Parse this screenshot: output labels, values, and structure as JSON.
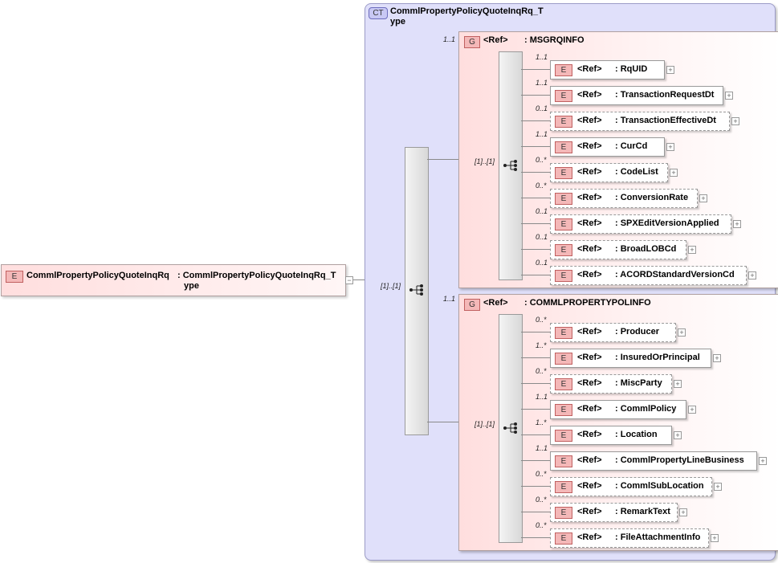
{
  "root_element": {
    "badge": "E",
    "name": "CommlPropertyPolicyQuoteInqRq",
    "type_line1": ": CommlPropertyPolicyQuoteInqRq_T",
    "type_line2": "ype"
  },
  "complex_type": {
    "badge": "CT",
    "name_line1": "CommlPropertyPolicyQuoteInqRq_T",
    "name_line2": "ype"
  },
  "main_sequence": {
    "cardinality": "[1]..[1]"
  },
  "groups": [
    {
      "badge": "G",
      "ref": "<Ref>",
      "name": ": MSGRQINFO",
      "cardinality": "1..1",
      "sequence_cardinality": "[1]..[1]",
      "elements": [
        {
          "badge": "E",
          "ref": "<Ref>",
          "name": ": RqUID",
          "cardinality": "1..1",
          "optional": false
        },
        {
          "badge": "E",
          "ref": "<Ref>",
          "name": ": TransactionRequestDt",
          "cardinality": "1..1",
          "optional": false
        },
        {
          "badge": "E",
          "ref": "<Ref>",
          "name": ": TransactionEffectiveDt",
          "cardinality": "0..1",
          "optional": true
        },
        {
          "badge": "E",
          "ref": "<Ref>",
          "name": ": CurCd",
          "cardinality": "1..1",
          "optional": false
        },
        {
          "badge": "E",
          "ref": "<Ref>",
          "name": ": CodeList",
          "cardinality": "0..*",
          "optional": true
        },
        {
          "badge": "E",
          "ref": "<Ref>",
          "name": ": ConversionRate",
          "cardinality": "0..*",
          "optional": true
        },
        {
          "badge": "E",
          "ref": "<Ref>",
          "name": ": SPXEditVersionApplied",
          "cardinality": "0..1",
          "optional": true
        },
        {
          "badge": "E",
          "ref": "<Ref>",
          "name": ": BroadLOBCd",
          "cardinality": "0..1",
          "optional": true
        },
        {
          "badge": "E",
          "ref": "<Ref>",
          "name": ": ACORDStandardVersionCd",
          "cardinality": "0..1",
          "optional": true
        }
      ]
    },
    {
      "badge": "G",
      "ref": "<Ref>",
      "name": ": COMMLPROPERTYPOLINFO",
      "cardinality": "1..1",
      "sequence_cardinality": "[1]..[1]",
      "elements": [
        {
          "badge": "E",
          "ref": "<Ref>",
          "name": ": Producer",
          "cardinality": "0..*",
          "optional": true
        },
        {
          "badge": "E",
          "ref": "<Ref>",
          "name": ": InsuredOrPrincipal",
          "cardinality": "1..*",
          "optional": false
        },
        {
          "badge": "E",
          "ref": "<Ref>",
          "name": ": MiscParty",
          "cardinality": "0..*",
          "optional": true
        },
        {
          "badge": "E",
          "ref": "<Ref>",
          "name": ": CommlPolicy",
          "cardinality": "1..1",
          "optional": false
        },
        {
          "badge": "E",
          "ref": "<Ref>",
          "name": ": Location",
          "cardinality": "1..*",
          "optional": false
        },
        {
          "badge": "E",
          "ref": "<Ref>",
          "name": ": CommlPropertyLineBusiness",
          "cardinality": "1..1",
          "optional": false
        },
        {
          "badge": "E",
          "ref": "<Ref>",
          "name": ": CommlSubLocation",
          "cardinality": "0..*",
          "optional": true
        },
        {
          "badge": "E",
          "ref": "<Ref>",
          "name": ": RemarkText",
          "cardinality": "0..*",
          "optional": true
        },
        {
          "badge": "E",
          "ref": "<Ref>",
          "name": ": FileAttachmentInfo",
          "cardinality": "0..*",
          "optional": true
        }
      ]
    }
  ],
  "icons": {
    "expand": "plus-icon",
    "sequence": "sequence-icon"
  },
  "colors": {
    "element_badge": "#f4b8b8",
    "complex_type_bg": "#e0e0fa",
    "group_bg": "#ffdede"
  }
}
